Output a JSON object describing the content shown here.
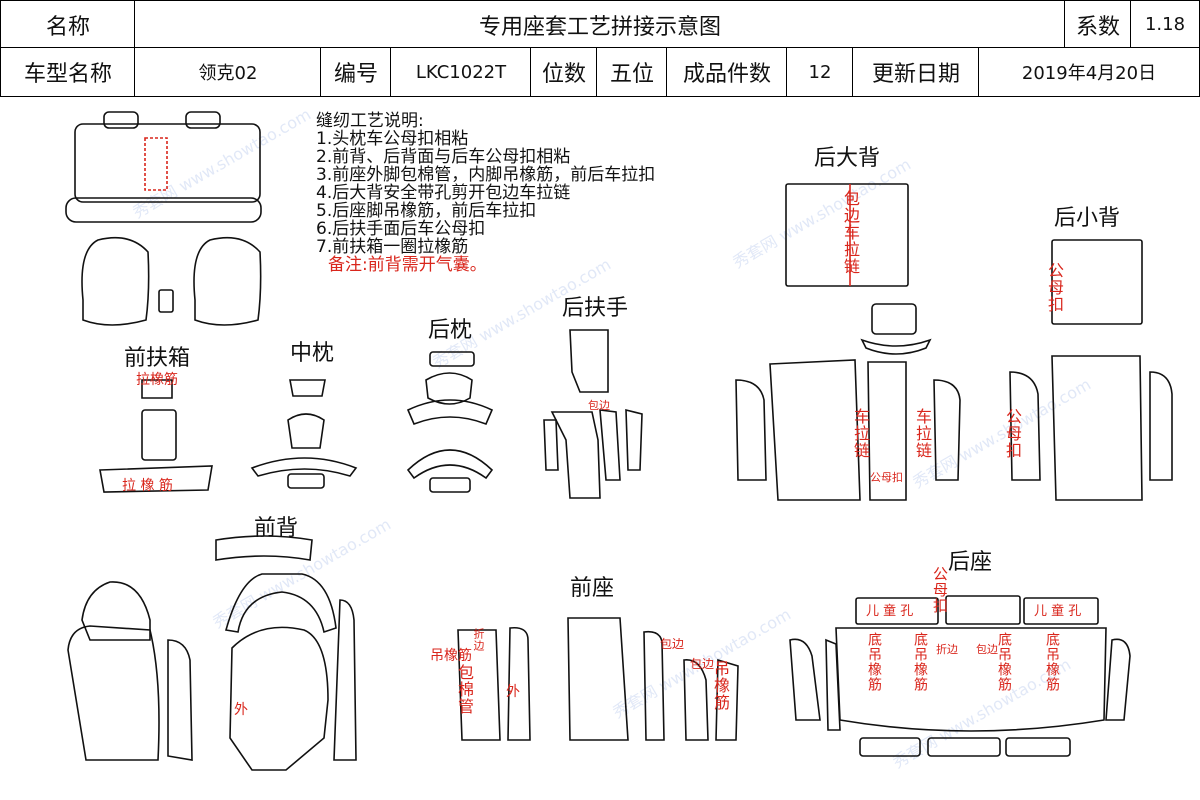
{
  "header": {
    "name_label": "名称",
    "title": "专用座套工艺拼接示意图",
    "coef_label": "系数",
    "coef_value": "1.18",
    "model_label": "车型名称",
    "model_value": "领克02",
    "code_label": "编号",
    "code_value": "LKC1022T",
    "seats_label": "位数",
    "seats_value": "五位",
    "pieces_label": "成品件数",
    "pieces_value": "12",
    "date_label": "更新日期",
    "date_value": "2019年4月20日"
  },
  "notes": {
    "title": "缝纫工艺说明:",
    "items": [
      "1.头枕车公母扣相粘",
      "2.前背、后背面与后车公母扣相粘",
      "3.前座外脚包棉管，内脚吊橡筋，前后车拉扣",
      "4.后大背安全带孔剪开包边车拉链",
      "5.后座脚吊橡筋，前后车拉扣",
      "6.后扶手面后车公母扣",
      "7.前扶箱一圈拉橡筋"
    ],
    "remark": "备注:前背需开气囊。"
  },
  "sections": {
    "front_armbox": "前扶箱",
    "center_pillow": "中枕",
    "rear_pillow": "后枕",
    "rear_armrest": "后扶手",
    "rear_big_back": "后大背",
    "rear_small_back": "后小背",
    "front_back": "前背",
    "front_seat": "前座",
    "rear_seat": "后座"
  },
  "annotations": {
    "pull_elastic": "拉橡筋",
    "pull_elastic_spaced": "拉  橡  筋",
    "edge_zipper": "包边车拉链",
    "snap": "公母扣",
    "zipper": "车拉链",
    "zipper2": "车拉链",
    "snap2": "公母扣",
    "snap3": "公母扣",
    "outer": "外",
    "outer2": "外",
    "hang_elastic": "吊橡筋",
    "fold": "折边",
    "cotton_tube": "包棉管",
    "edge": "包边",
    "edge2": "包边",
    "hang_elastic2": "吊橡筋",
    "child_hole": "儿 童 孔",
    "child_hole2": "儿 童 孔",
    "bottom_elastic": "底吊橡筋",
    "fold_edge": "折边",
    "edge_label": "包边",
    "snap_small": "公母扣",
    "hole": "包边"
  },
  "watermark": "秀套网 www.showtao.com",
  "colors": {
    "line": "#111111",
    "annotation": "#d9261c",
    "watermark": "#8ea6dc"
  }
}
